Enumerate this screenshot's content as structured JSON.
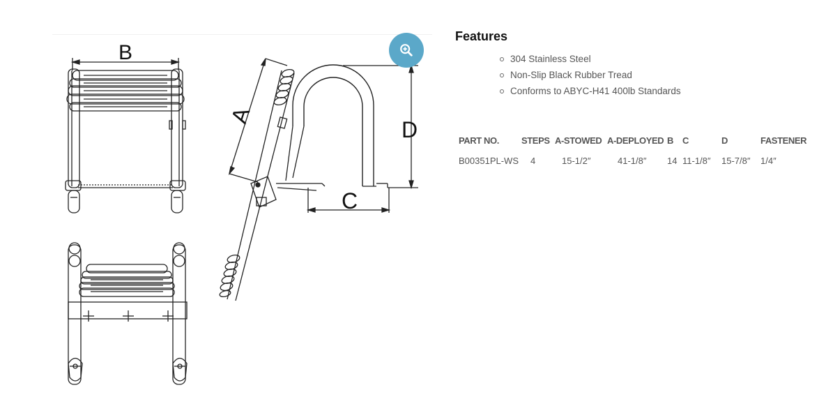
{
  "drawing": {
    "labels": {
      "B": "B",
      "A": "A",
      "C": "C",
      "D": "D"
    },
    "zoom_button": {
      "icon": "zoom-in-icon",
      "color": "#5ba8c9"
    }
  },
  "features": {
    "title": "Features",
    "items": [
      "304 Stainless Steel",
      "Non-Slip Black Rubber Tread",
      "Conforms to ABYC-H41 400lb Standards"
    ]
  },
  "spec_table": {
    "headers": [
      "PART NO.",
      "STEPS",
      "A-STOWED",
      "A-DEPLOYED",
      "B",
      "C",
      "D",
      "FASTENER"
    ],
    "rows": [
      [
        "B00351PL-WS",
        "4",
        "15-1/2″",
        "41-1/8″",
        "14",
        "11-1/8″",
        "15-7/8″",
        "1/4″"
      ]
    ]
  }
}
